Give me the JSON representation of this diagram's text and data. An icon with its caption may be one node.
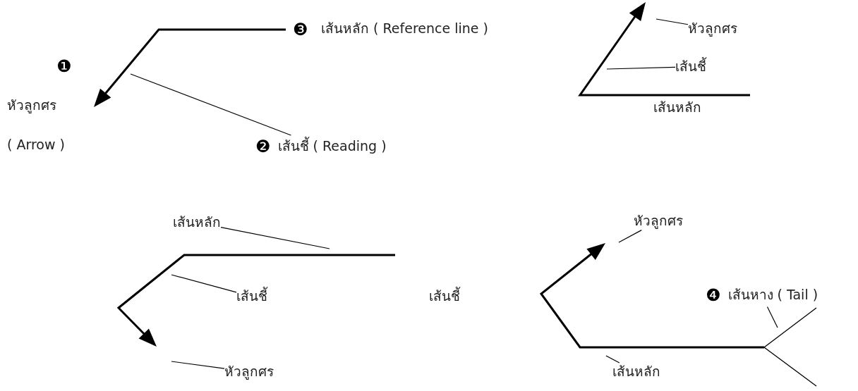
{
  "diagram": {
    "nodes": [
      {
        "text": [
          "หัวลูกศร"
        ]
      },
      {
        "text": [
          "เส้นชี้"
        ]
      },
      {
        "text": [
          "❷",
          "เส้นชี้ ( Reading )"
        ]
      },
      {
        "text": [
          "เส้นหลัก"
        ]
      },
      {
        "text": [
          "หัวลูกศร"
        ]
      },
      {
        "text": [
          "เส้นชี้"
        ]
      },
      {
        "text": [
          "❹",
          "เส้นหาง ( Tail )"
        ]
      },
      {
        "text": [
          "หัวลูกศร"
        ]
      },
      {
        "text": [
          "เส้นหลัก"
        ]
      }
    ],
    "edges": [
      {
        "from": 0,
        "to": null,
        "arrow": "none"
      },
      {
        "from": 1,
        "to": null,
        "arrow": "none"
      },
      {
        "from": 2,
        "to": null,
        "arrow": "none"
      },
      {
        "from": 3,
        "to": null,
        "arrow": "none"
      },
      {
        "from": 4,
        "to": null,
        "arrow": "none"
      },
      {
        "from": 5,
        "to": null,
        "arrow": "none"
      },
      {
        "from": 6,
        "to": null,
        "arrow": "none"
      },
      {
        "from": 7,
        "to": null,
        "arrow": "none"
      },
      {
        "from": 8,
        "to": null,
        "arrow": "none"
      }
    ],
    "labels": [
      "❸",
      "เส้นหลัก ( Reference line )",
      "❶",
      "เส้นหลัก",
      "หัวลูกศร",
      "( Arrow )",
      "เส้นชี้"
    ]
  }
}
